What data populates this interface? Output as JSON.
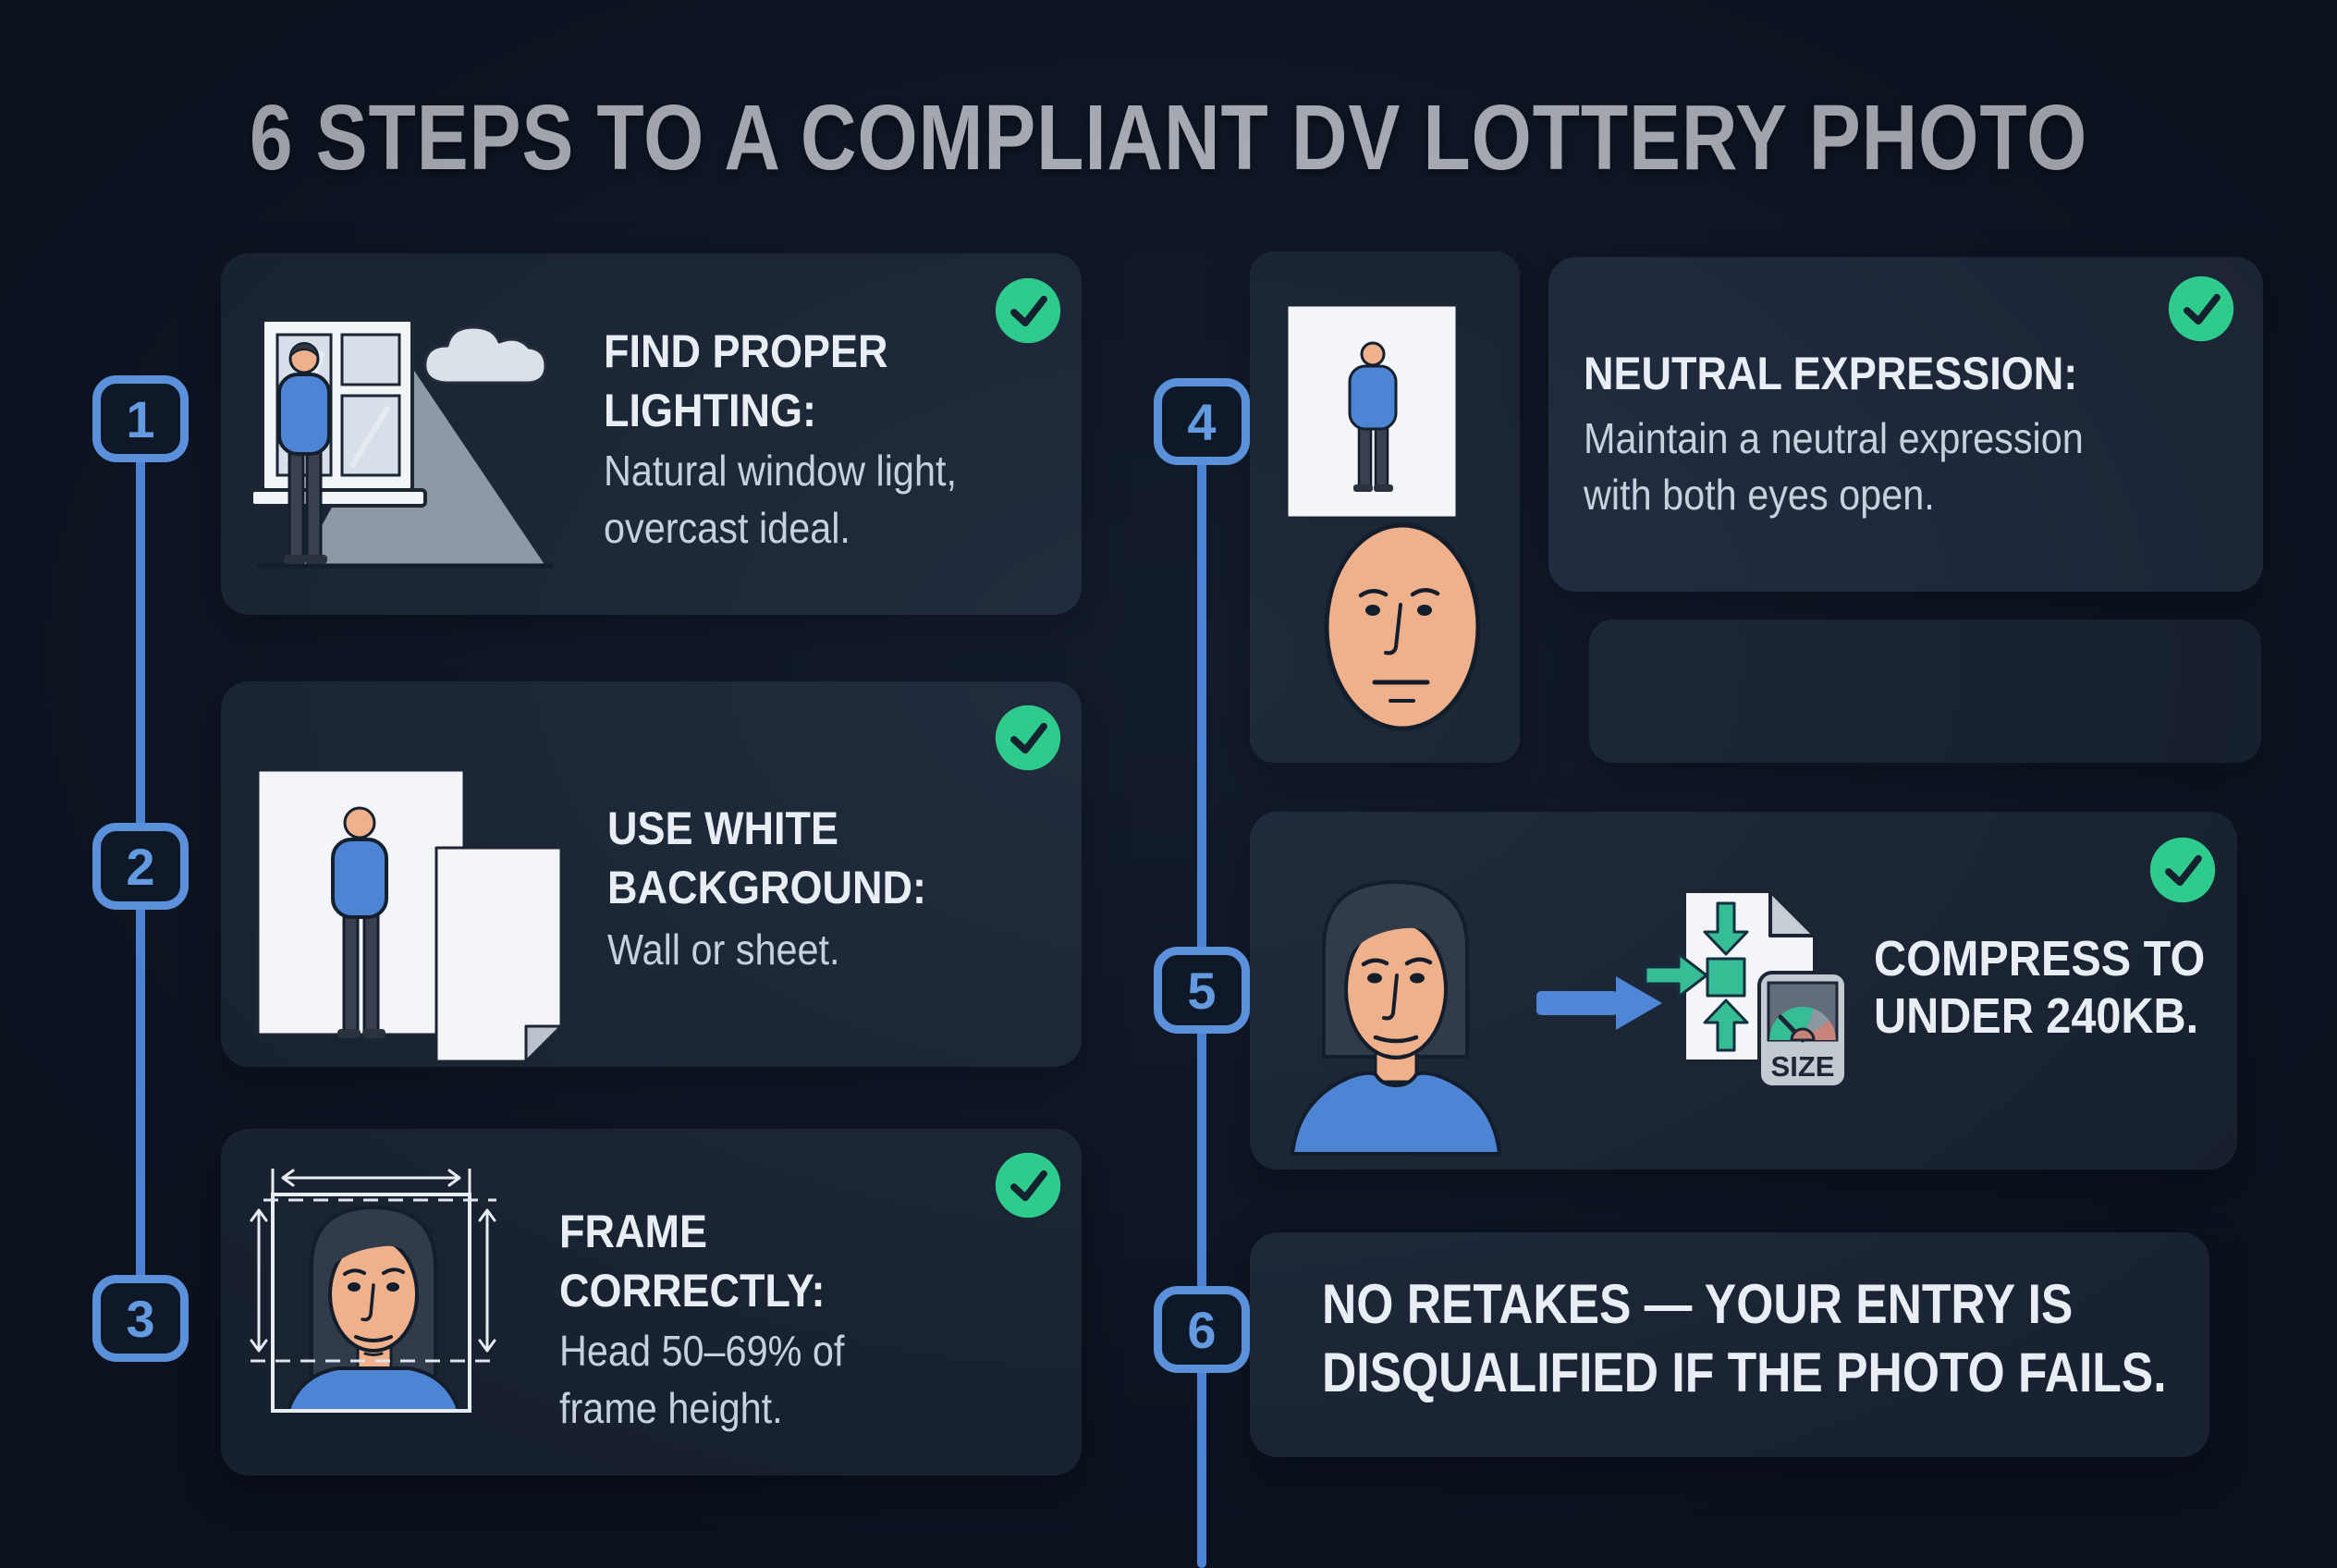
{
  "title": "6 STEPS TO A COMPLIANT DV LOTTERY PHOTO",
  "steps": [
    {
      "number": "1",
      "heading_lines": [
        "FIND PROPER",
        "LIGHTING:"
      ],
      "body_lines": [
        "Natural window light,",
        "overcast ideal."
      ],
      "checked": true
    },
    {
      "number": "2",
      "heading_lines": [
        "USE WHITE",
        "BACKGROUND:"
      ],
      "body_lines": [
        "Wall or sheet."
      ],
      "checked": true
    },
    {
      "number": "3",
      "heading_lines": [
        "FRAME",
        "CORRECTLY:"
      ],
      "body_lines": [
        "Head 50–69% of",
        "frame height."
      ],
      "checked": true
    },
    {
      "number": "4",
      "heading_lines": [
        "NEUTRAL EXPRESSION:"
      ],
      "body_lines": [
        "Maintain a neutral expression",
        "with both eyes open."
      ],
      "checked": true
    },
    {
      "number": "5",
      "heading_lines": [
        "COMPRESS TO",
        "UNDER 240KB."
      ],
      "body_lines": [],
      "checked": true
    },
    {
      "number": "6",
      "heading_lines": [
        "NO RETAKES — YOUR ENTRY IS",
        "DISQUALIFIED IF THE PHOTO FAILS."
      ],
      "body_lines": [],
      "checked": false
    }
  ],
  "labels": {
    "size_gauge_label": "SIZE"
  },
  "icons": {
    "checkmark": "check-in-green-circle",
    "step1_illustration": "person-at-window-with-overcast-cloud",
    "step2_illustration": "person-before-white-backdrop-and-sheet",
    "step3_illustration": "framed-portrait-with-measurement-arrows",
    "step4_illustration": "full-photo-and-neutral-face",
    "step5_illustration": "portrait-arrow-compressed-file-and-size-gauge"
  },
  "colors": {
    "background": "#0f1726",
    "card": "#222e3f",
    "accent_blue": "#4c83d4",
    "accent_green": "#2fcb8d",
    "heading_text": "#e9eef5",
    "body_text": "#c7d1dd"
  }
}
